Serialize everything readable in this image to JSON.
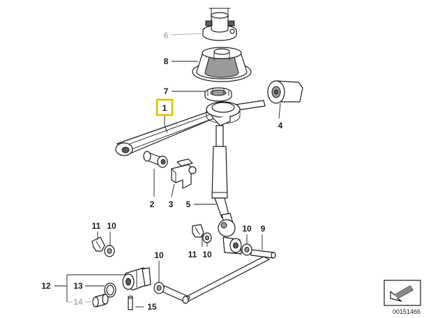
{
  "diagram": {
    "highlight_color": "#d8c000",
    "callouts": {
      "c1": "1",
      "c2": "2",
      "c3": "3",
      "c4": "4",
      "c5": "5",
      "c6": "6",
      "c7": "7",
      "c8": "8",
      "c9": "9",
      "c10a": "10",
      "c10b": "10",
      "c10c": "10",
      "c10d": "10",
      "c11a": "11",
      "c11b": "11",
      "c12": "12",
      "c13": "13",
      "c14": "14",
      "c15": "15"
    },
    "image_code": "00151466"
  }
}
